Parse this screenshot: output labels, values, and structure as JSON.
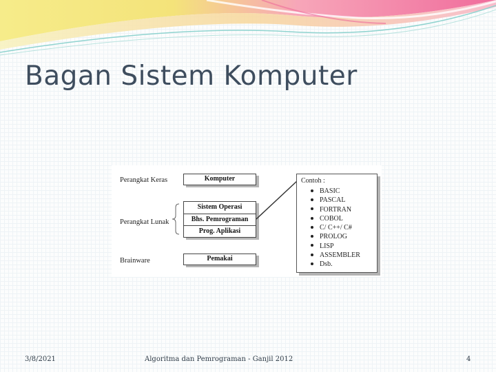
{
  "slide": {
    "title": "Bagan Sistem Komputer",
    "footer_date": "3/8/2021",
    "footer_center": "Algoritma dan Pemrograman - Ganjil 2012",
    "page_number": "4"
  },
  "diagram": {
    "left_labels": {
      "hardware": "Perangkat Keras",
      "software": "Perangkat Lunak",
      "brainware": "Brainware"
    },
    "boxes": {
      "komputer": "Komputer",
      "sistem_operasi": "Sistem Operasi",
      "bhs_pemrograman": "Bhs. Pemrograman",
      "prog_aplikasi": "Prog. Aplikasi",
      "pemakai": "Pemakai"
    },
    "examples": {
      "title": "Contoh :",
      "items": [
        "BASIC",
        "PASCAL",
        "FORTRAN",
        "COBOL",
        "C/ C++/ C#",
        "PROLOG",
        "LISP",
        "ASSEMBLER",
        "Dsb."
      ]
    }
  },
  "colors": {
    "title": "#3e4d5e",
    "ribbon_pink": "#ee6b9a",
    "ribbon_yellow": "#f5e06a",
    "ribbon_teal": "#8fd3cf"
  }
}
